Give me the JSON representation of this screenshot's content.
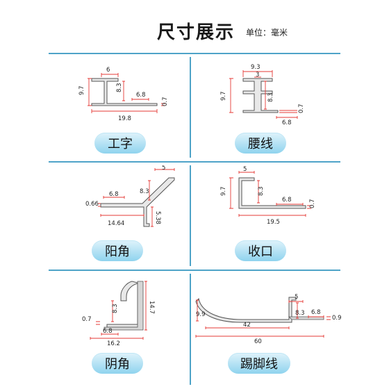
{
  "header": {
    "title": "尺寸展示",
    "unit": "单位：毫米"
  },
  "items": [
    {
      "name": "工字",
      "dims": {
        "top": "6",
        "h": "9.7",
        "inner": "8.3",
        "foot": "6.8",
        "thick": "0.7",
        "total": "19.8"
      }
    },
    {
      "name": "腰线",
      "dims": {
        "top": "9.3",
        "mid": "3",
        "h": "9.7",
        "inner": "8.3",
        "thick": "0.7",
        "foot": "6.8"
      }
    },
    {
      "name": "阳角",
      "dims": {
        "top": "5",
        "inner": "8.3",
        "foot": "6.8",
        "thick": "0.66",
        "side": "5.38",
        "total": "14.64"
      }
    },
    {
      "name": "收口",
      "dims": {
        "top": "5",
        "h": "9.7",
        "inner": "8.3",
        "foot": "6.8",
        "thick": "0.7",
        "total": "19.5"
      }
    },
    {
      "name": "阴角",
      "dims": {
        "h": "14.7",
        "inner": "8.3",
        "thick": "0.7",
        "foot": "6.8",
        "total": "16.2"
      }
    },
    {
      "name": "踢脚线",
      "dims": {
        "top": "5",
        "h": "9.9",
        "inner": "8.3",
        "foot": "6.8",
        "thick": "0.9",
        "len": "42",
        "total": "60"
      }
    }
  ],
  "colors": {
    "accent": "#4ea3c8",
    "dimension": "#e53935"
  }
}
